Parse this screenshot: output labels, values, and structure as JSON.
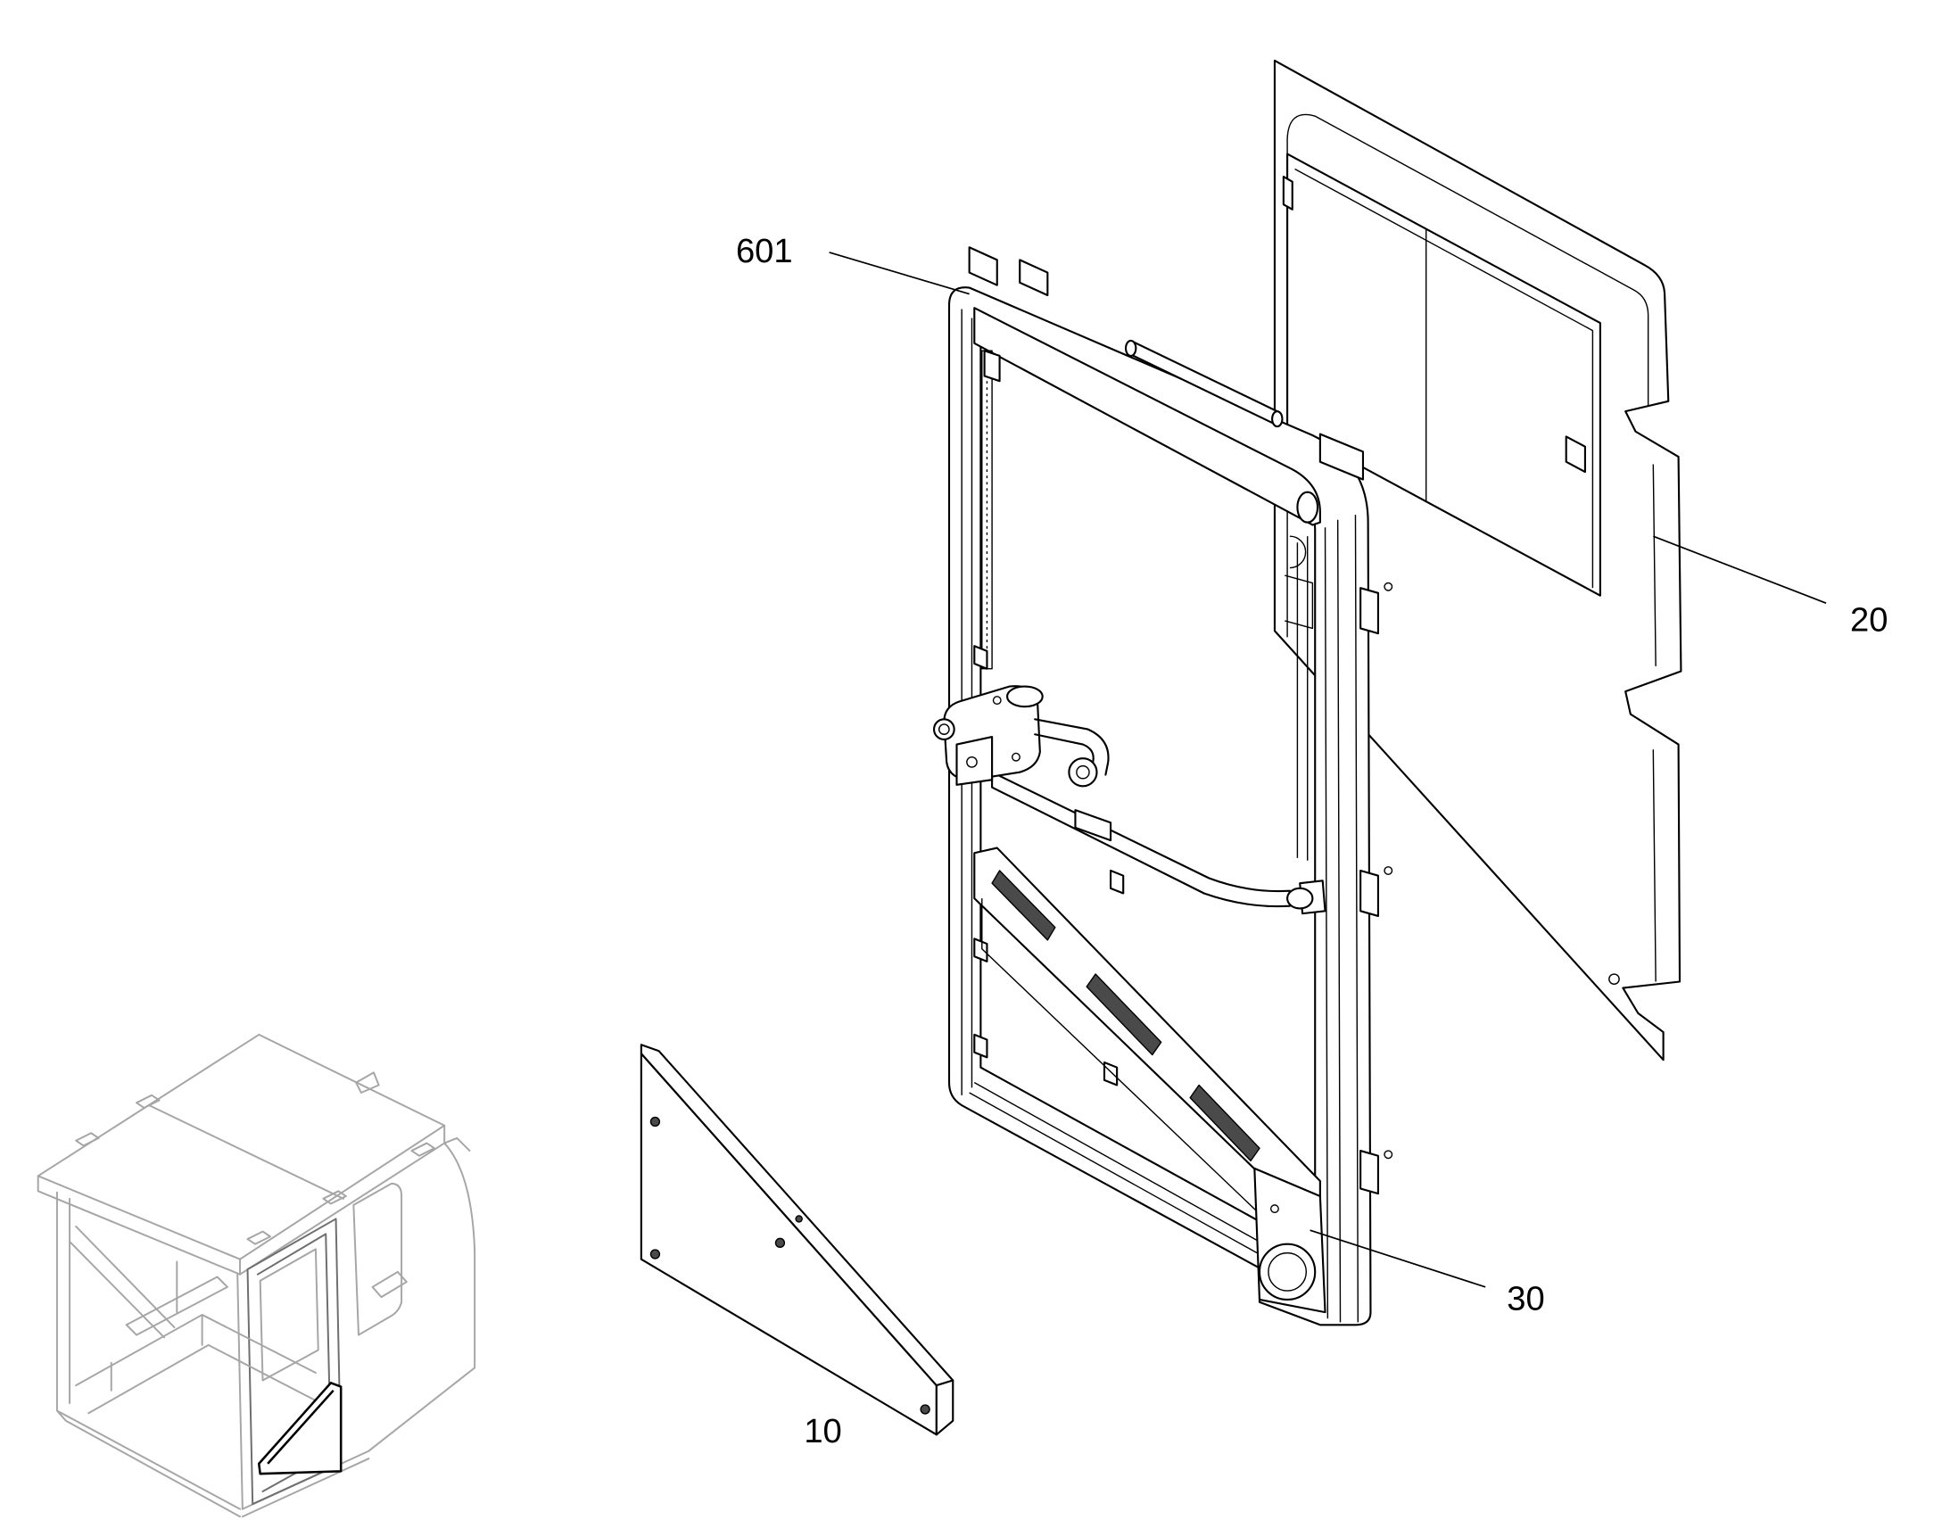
{
  "callouts": [
    "601",
    "20",
    "30",
    "10"
  ],
  "colors": {
    "line": "#000000",
    "thumbnail_line": "#a6a6a6",
    "background": "#ffffff"
  }
}
